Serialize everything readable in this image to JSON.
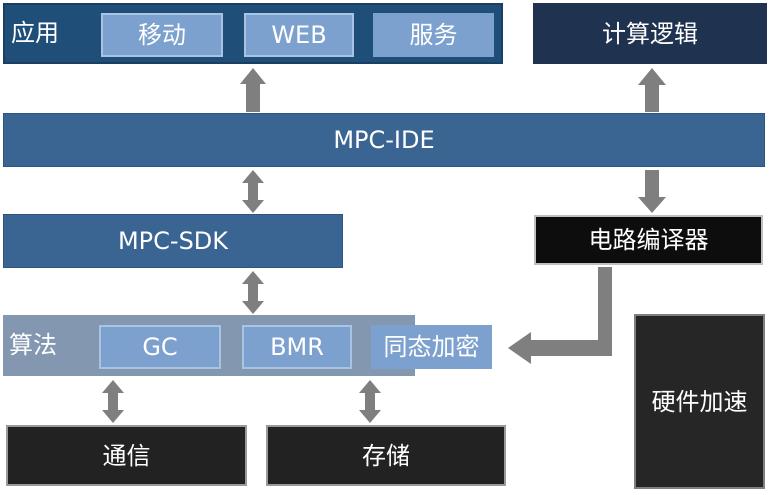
{
  "diagram": {
    "application_layer": {
      "label": "应用",
      "items": [
        "移动",
        "WEB",
        "服务"
      ]
    },
    "compute_logic": {
      "label": "计算逻辑"
    },
    "mpc_ide": {
      "label": "MPC-IDE"
    },
    "mpc_sdk": {
      "label": "MPC-SDK"
    },
    "circuit_compiler": {
      "label": "电路编译器"
    },
    "algorithm_layer": {
      "label": "算法",
      "items": [
        "GC",
        "BMR",
        "同态加密"
      ]
    },
    "communication": {
      "label": "通信"
    },
    "storage": {
      "label": "存储"
    },
    "hardware_acceleration": {
      "label": "硬件加速"
    },
    "colors": {
      "app_bg": "#1f4e79",
      "compute_bg": "#1f3351",
      "mpc_bg": "#3a6593",
      "algo_bg": "#8497b0",
      "inner_item_bg": "#7da1cf",
      "dark_box_bg": "#222222",
      "arrow": "#7f7f7f"
    }
  }
}
